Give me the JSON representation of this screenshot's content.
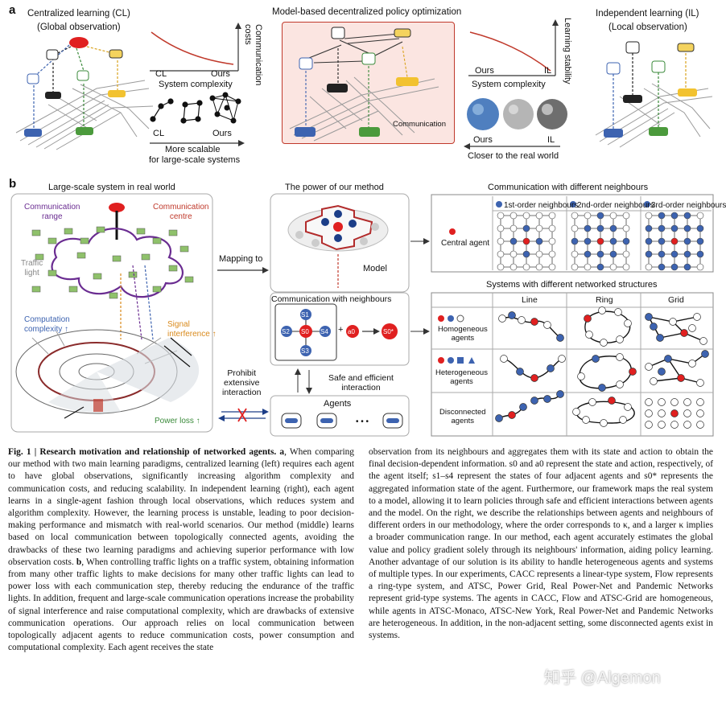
{
  "panel_a": {
    "letter": "a",
    "cl_title": "Centralized learning (CL)",
    "cl_sub": "(Global observation)",
    "mid_title": "Model-based decentralized policy optimization",
    "il_title": "Independent learning (IL)",
    "il_sub": "(Local observation)",
    "comm_cost_label": "Communication\ncosts",
    "sys_complexity_left": "System complexity",
    "cl_tag_left": "CL",
    "ours_tag_left": "Ours",
    "graph_cl": "CL",
    "graph_ours": "Ours",
    "more_scalable": "More scalable",
    "for_large_scale": "for large-scale systems",
    "learning_stability": "Learning stability",
    "ours_tag_right": "Ours",
    "il_tag_right": "IL",
    "sys_complexity_right": "System complexity",
    "ours_tag_planets": "Ours",
    "il_tag_planets": "IL",
    "closer_real": "Closer to the real world",
    "communication": "Communication",
    "colors": {
      "mid_box_bg": "#fbe5e1",
      "mid_box_border": "#c0392b",
      "curve": "#c0392b"
    }
  },
  "panel_b": {
    "letter": "b",
    "large_scale_title": "Large-scale system in real world",
    "comm_range": "Communication\nrange",
    "comm_centre": "Communication\ncentre",
    "traffic_light": "Traffic\nlight",
    "comp_complexity": "Computation\ncomplexity ↑",
    "signal_interference": "Signal\ninterference ↑",
    "power_loss": "Power loss ↑",
    "mapping_to": "Mapping to",
    "prohibit": "Prohibit\nextensive\ninteraction",
    "power_title": "The power of our method",
    "model": "Model",
    "comm_neighbours": "Communication with neighbours",
    "safe_efficient": "Safe and efficient\ninteraction",
    "agents": "Agents",
    "ellipsis": "• • •",
    "node_labels": {
      "s1": "S1",
      "s2": "S2",
      "s0": "S0",
      "s4": "S4",
      "s3": "S3",
      "a0": "a0",
      "s0star": "S0*",
      "plus": "+"
    },
    "comm_diff_title": "Communication with different neighbours",
    "order1": "1st-order neighbours",
    "order2": "2nd-order neighbours",
    "order3": "3rd-order neighbours",
    "central_agent": "Central agent",
    "systems_title": "Systems with different networked structures",
    "col_line": "Line",
    "col_ring": "Ring",
    "col_grid": "Grid",
    "row_homo": "Homogeneous\nagents",
    "row_hetero": "Heterogeneous\nagents",
    "row_disc": "Disconnected\nagents",
    "colors": {
      "red_node": "#e02020",
      "blue_node": "#3d63b0",
      "purple_range": "#6a2c91",
      "orange": "#d98a1c",
      "green": "#3a8a3a"
    }
  },
  "caption": {
    "left": [
      {
        "bold": "Fig. 1 | Research motivation and relationship of networked agents. a",
        "text": ", When comparing our method with two main learning paradigms, centralized learning (left) requires each agent to have global observations, significantly increasing algorithm complexity and communication costs, and reducing scalability. In independent learning (right), each agent learns in a single-agent fashion through local observations, which reduces system and algorithm complexity. However, the learning process is unstable, leading to poor decision-making performance and mismatch with real-world scenarios. Our method (middle) learns based on local communication between topologically connected agents, avoiding the drawbacks of these two learning paradigms and achieving superior performance with low observation costs. "
      },
      {
        "bold": "b",
        "text": ", When controlling traffic lights on a traffic system, obtaining information from many other traffic lights to make decisions for many other traffic lights can lead to power loss with each communication step, thereby reducing the endurance of the traffic lights. In addition, frequent and large-scale communication operations increase the probability of signal interference and raise computational complexity, which are drawbacks of extensive communication operations. Our approach relies on local communication between topologically adjacent agents to reduce communication costs, power consumption and computational complexity. Each agent receives the state"
      }
    ],
    "right": "observation from its neighbours and aggregates them with its state and action to obtain the final decision-dependent information. s0 and a0 represent the state and action, respectively, of the agent itself; s1–s4 represent the states of four adjacent agents and s0* represents the aggregated information state of the agent. Furthermore, our framework maps the real system to a model, allowing it to learn policies through safe and efficient interactions between agents and the model. On the right, we describe the relationships between agents and neighbours of different orders in our methodology, where the order corresponds to κ, and a larger κ implies a broader communication range. In our method, each agent accurately estimates the global value and policy gradient solely through its neighbours' information, aiding policy learning. Another advantage of our solution is its ability to handle heterogeneous agents and systems of multiple types. In our experiments, CACC represents a linear-type system, Flow represents a ring-type system, and ATSC, Power Grid, Real Power-Net and Pandemic Networks represent grid-type systems. The agents in CACC, Flow and ATSC-Grid are homogeneous, while agents in ATSC-Monaco, ATSC-New York, Real Power-Net and Pandemic Networks are heterogeneous. In addition, in the non-adjacent setting, some disconnected agents exist in systems.",
    "watermark": "知乎 @Algemon"
  }
}
